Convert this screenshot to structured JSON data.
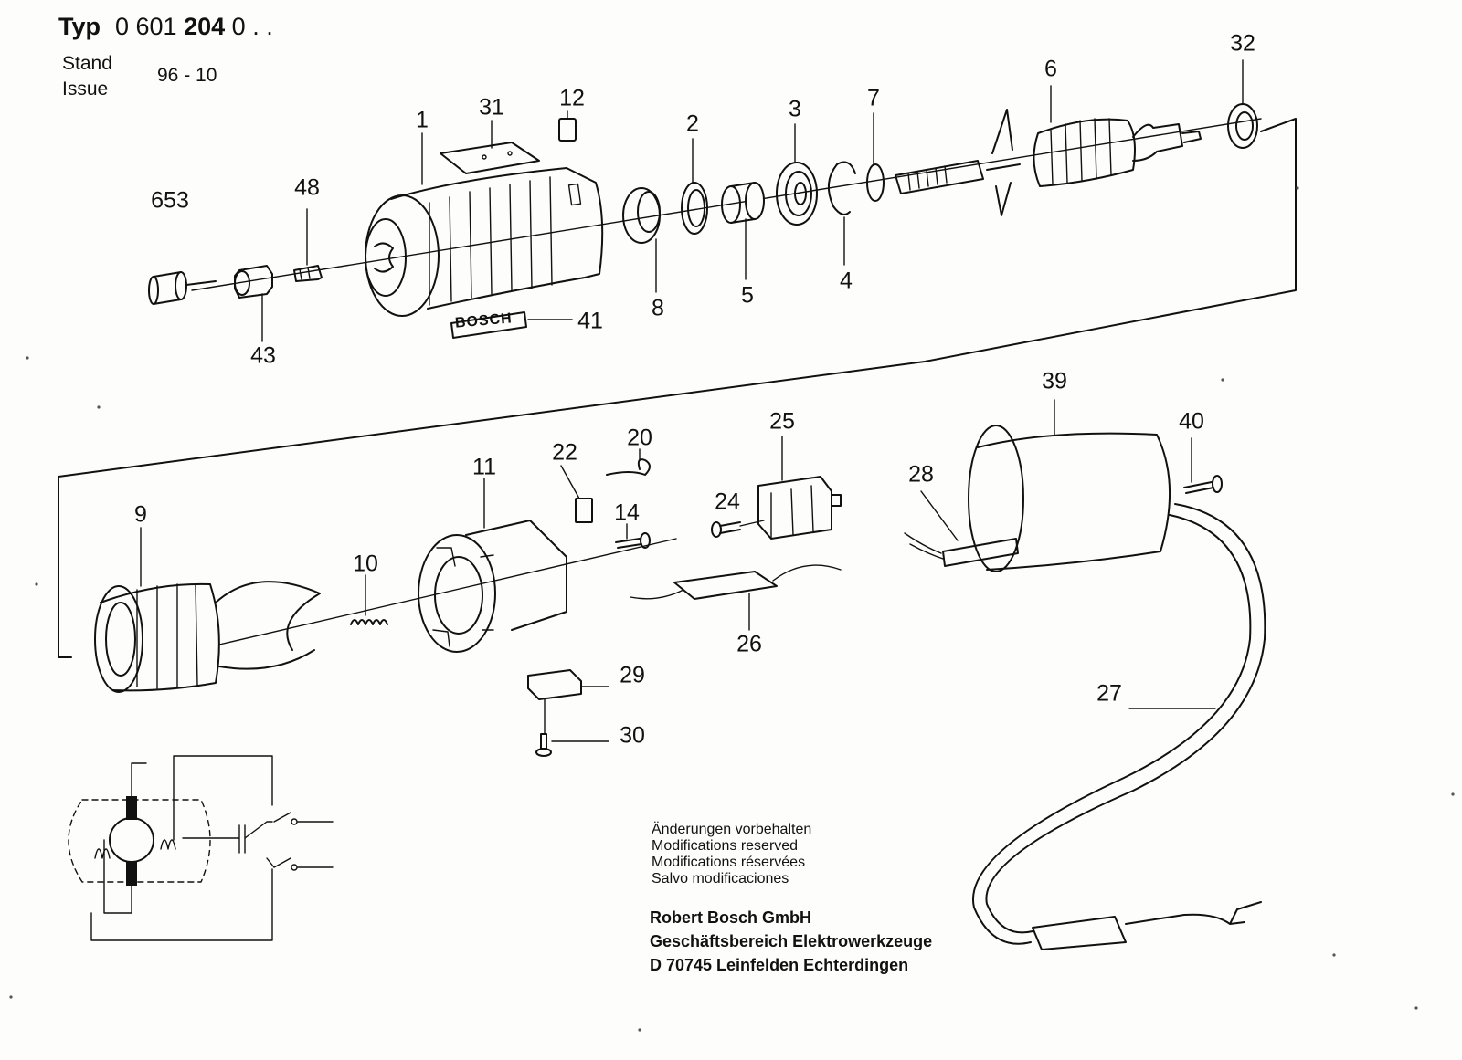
{
  "header": {
    "typ_label": "Typ",
    "model_prefix": "0 601",
    "model_bold": "204",
    "model_suffix": "0 . .",
    "stand_label": "Stand",
    "issue_label": "Issue",
    "date": "96 - 10"
  },
  "brand_plate": "BOSCH",
  "part_numbers": {
    "p1": "1",
    "p2": "2",
    "p3": "3",
    "p4": "4",
    "p5": "5",
    "p6": "6",
    "p7": "7",
    "p8": "8",
    "p9": "9",
    "p10": "10",
    "p11": "11",
    "p12": "12",
    "p14": "14",
    "p20": "20",
    "p22": "22",
    "p24": "24",
    "p25": "25",
    "p26": "26",
    "p27": "27",
    "p28": "28",
    "p29": "29",
    "p30": "30",
    "p31": "31",
    "p32": "32",
    "p39": "39",
    "p40": "40",
    "p41": "41",
    "p43": "43",
    "p48": "48",
    "p653": "653"
  },
  "notice": {
    "de": "Änderungen vorbehalten",
    "en": "Modifications reserved",
    "fr": "Modifications réservées",
    "es": "Salvo modificaciones"
  },
  "company": {
    "name": "Robert Bosch GmbH",
    "division": "Geschäftsbereich Elektrowerkzeuge",
    "address": "D 70745 Leinfelden Echterdingen"
  }
}
